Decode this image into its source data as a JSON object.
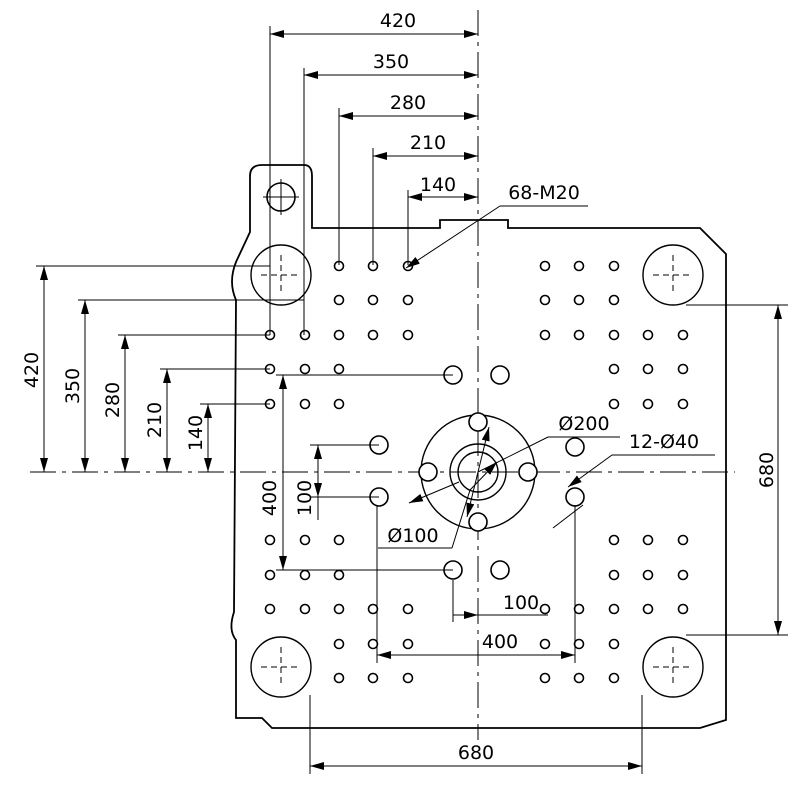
{
  "dimensions": {
    "top": [
      "420",
      "350",
      "280",
      "210",
      "140"
    ],
    "left": [
      "420",
      "350",
      "280",
      "210",
      "140"
    ],
    "left_400": "400",
    "left_100": "100",
    "right_680": "680",
    "bottom_680": "680",
    "center_400": "400",
    "center_100": "100"
  },
  "callouts": {
    "tapped_holes": "68-M20",
    "flange_bolt_circle": "Ø200",
    "clamp_slots": "12-Ø40",
    "locating_ring": "Ø100"
  }
}
